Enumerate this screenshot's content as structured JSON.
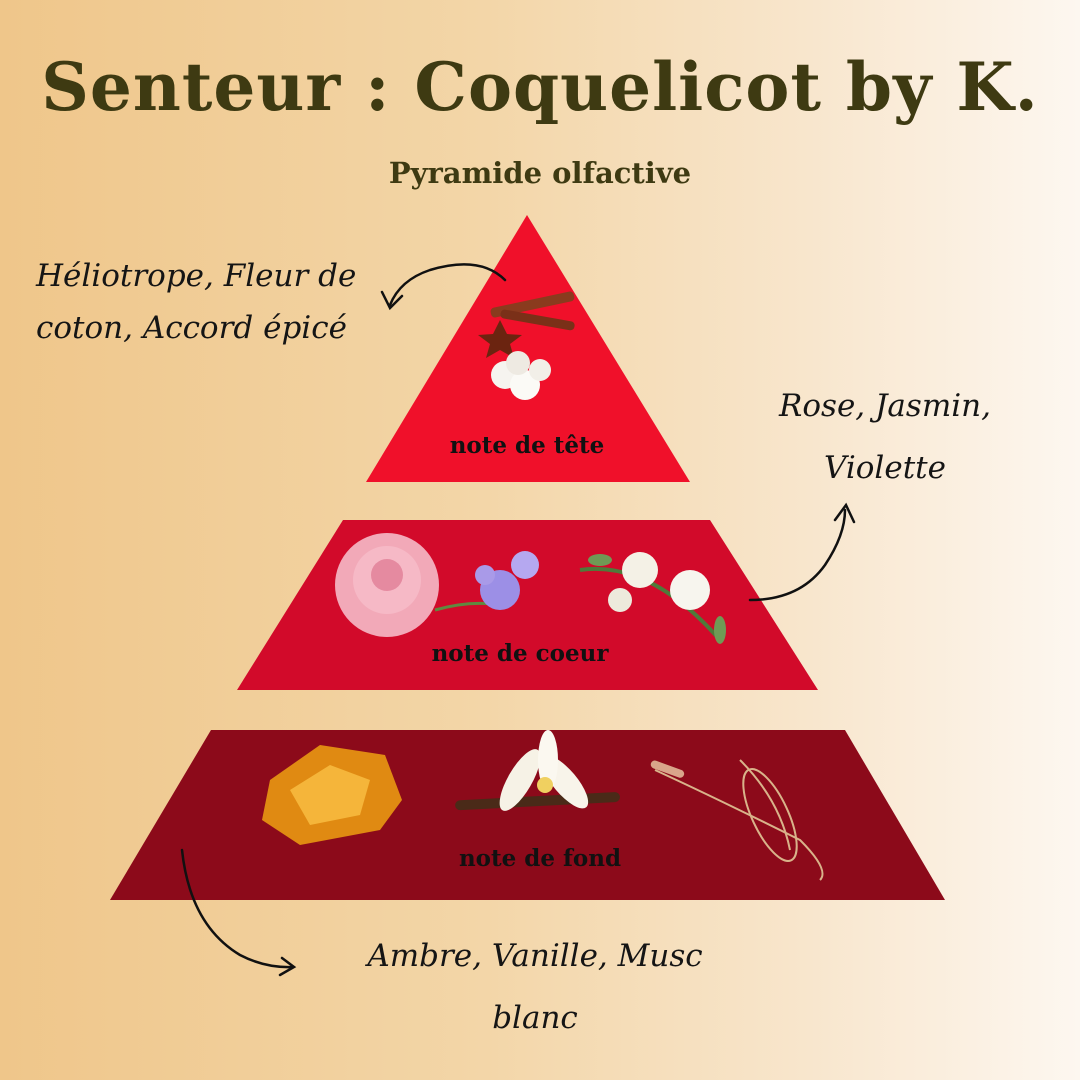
{
  "title": "Senteur : Coquelicot by K.",
  "subtitle": "Pyramide olfactive",
  "levels": {
    "top": {
      "label": "note de tête",
      "notes_line1": "Héliotrope, Fleur de",
      "notes_line2": "coton, Accord épicé",
      "color": "#f0102a"
    },
    "heart": {
      "label": "note de coeur",
      "notes_line1": "Rose, Jasmin,",
      "notes_line2": "Violette",
      "color": "#d20a2a"
    },
    "base": {
      "label": "note de fond",
      "notes_line1": "Ambre, Vanille, Musc",
      "notes_line2": "blanc",
      "color": "#8c0a1a"
    }
  },
  "colors": {
    "title": "#3e3a12",
    "text": "#151515"
  }
}
